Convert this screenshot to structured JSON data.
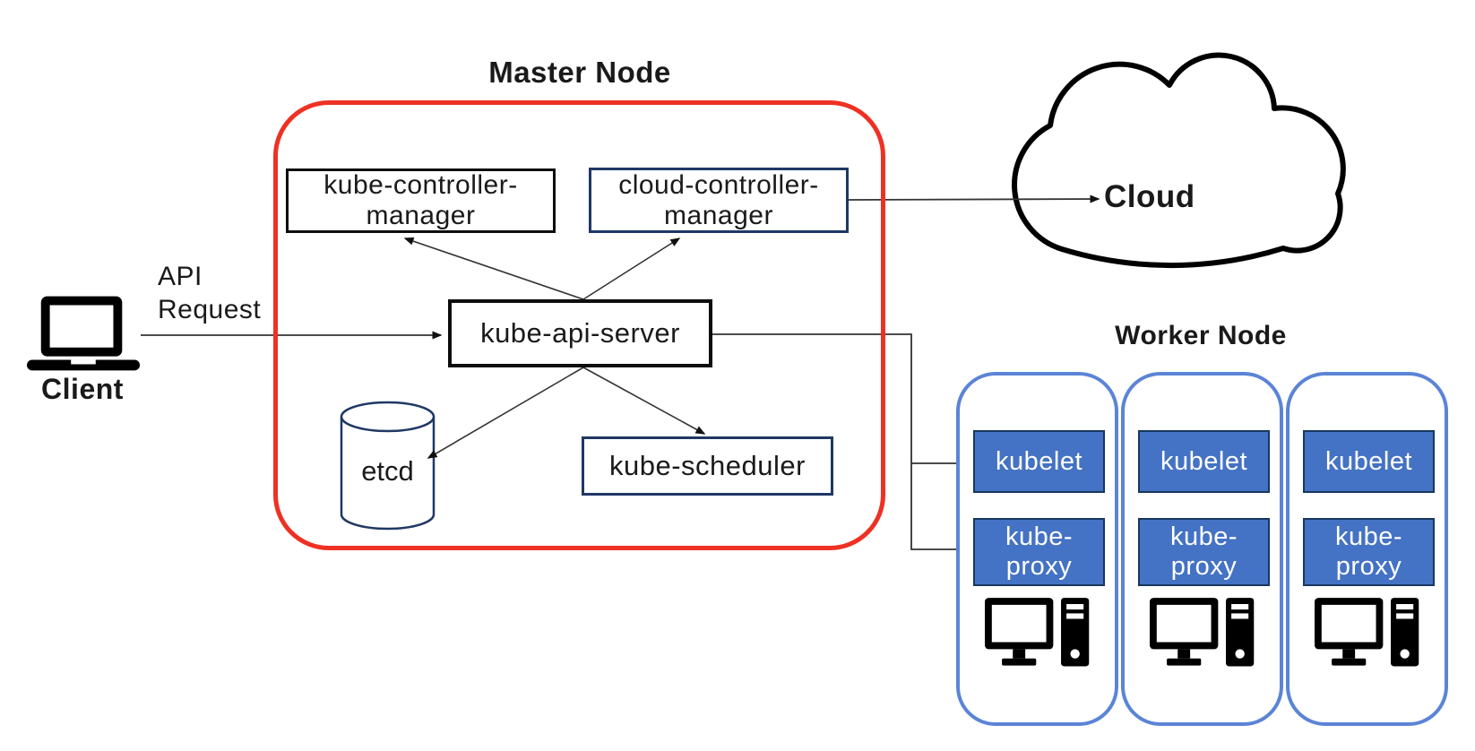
{
  "master": {
    "title": "Master Node",
    "kube_controller_manager": {
      "line1": "kube-controller-",
      "line2": "manager"
    },
    "cloud_controller_manager": {
      "line1": "cloud-controller-",
      "line2": "manager"
    },
    "kube_api_server": {
      "label": "kube-api-server"
    },
    "etcd": {
      "label": "etcd"
    },
    "kube_scheduler": {
      "label": "kube-scheduler"
    }
  },
  "client": {
    "label": "Client",
    "request": {
      "line1": "API",
      "line2": "Request"
    }
  },
  "cloud": {
    "label": "Cloud"
  },
  "worker": {
    "title": "Worker Node",
    "nodes": [
      {
        "kubelet": "kubelet",
        "kube_proxy": {
          "line1": "kube-",
          "line2": "proxy"
        }
      },
      {
        "kubelet": "kubelet",
        "kube_proxy": {
          "line1": "kube-",
          "line2": "proxy"
        }
      },
      {
        "kubelet": "kubelet",
        "kube_proxy": {
          "line1": "kube-",
          "line2": "proxy"
        }
      }
    ]
  },
  "icons": {
    "client": "laptop-icon",
    "cloud": "cloud-shape",
    "etcd": "database-cylinder-icon",
    "worker_machine": "desktop-computer-icon"
  },
  "colors": {
    "master_border": "#ee3123",
    "worker_node_border": "#5b84d6",
    "component_fill": "#4472c4",
    "component_border": "#17375e",
    "dark_navy_border": "#1f3864",
    "arrow": "#333333"
  }
}
